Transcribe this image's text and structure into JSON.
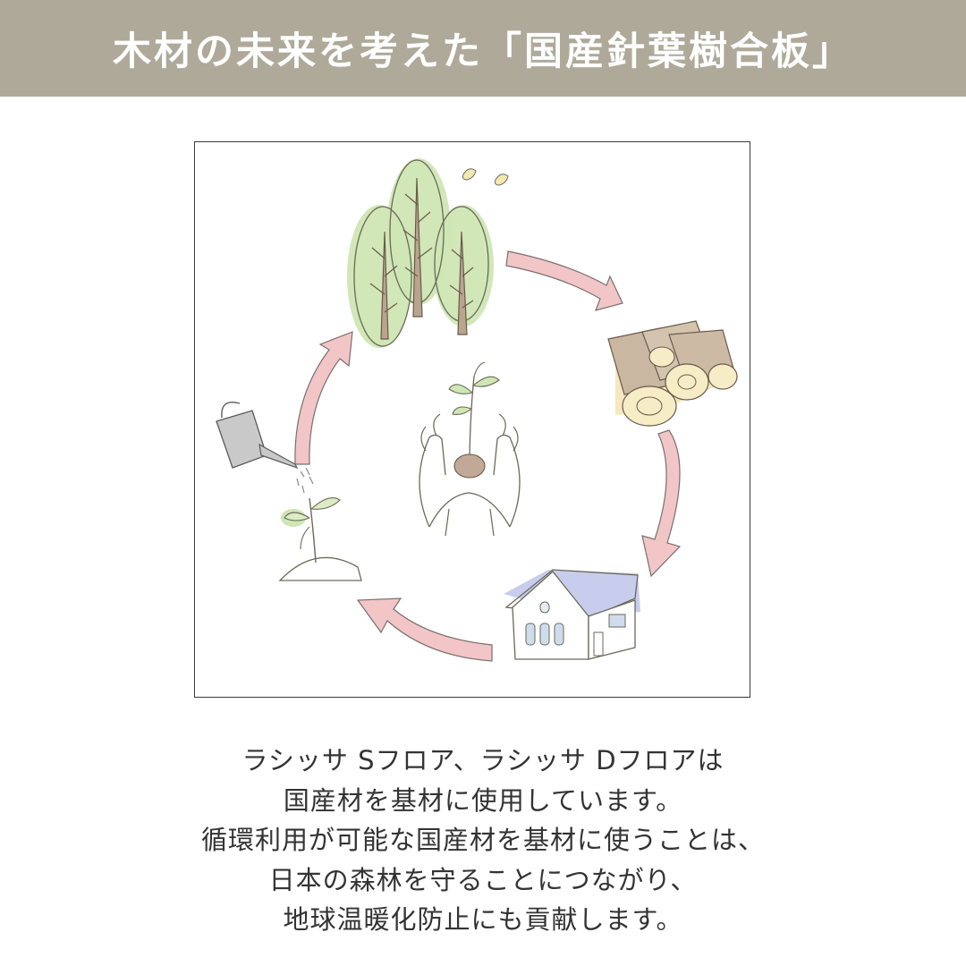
{
  "header": {
    "title": "木材の未来を考えた「国産針葉樹合板」",
    "background_color": "#aea999",
    "text_color": "#ffffff"
  },
  "illustration": {
    "icons": [
      "tree-forest-icon",
      "birds-icon",
      "logs-icon",
      "house-icon",
      "sprout-on-mound-icon",
      "watering-can-icon",
      "hands-holding-seedling-icon",
      "cycle-arrow-icon"
    ],
    "arrow_color": "#f2c6c6",
    "leaf_color": "#cfe6b4",
    "roof_color": "#c8cdee",
    "log_color": "#f3e4b6"
  },
  "description": {
    "lines": [
      "ラシッサ Sフロア、ラシッサ Dフロアは",
      "国産材を基材に使用しています。",
      "循環利用が可能な国産材を基材に使うことは、",
      "日本の森林を守ることにつながり、",
      "地球温暖化防止にも貢献します。"
    ]
  }
}
